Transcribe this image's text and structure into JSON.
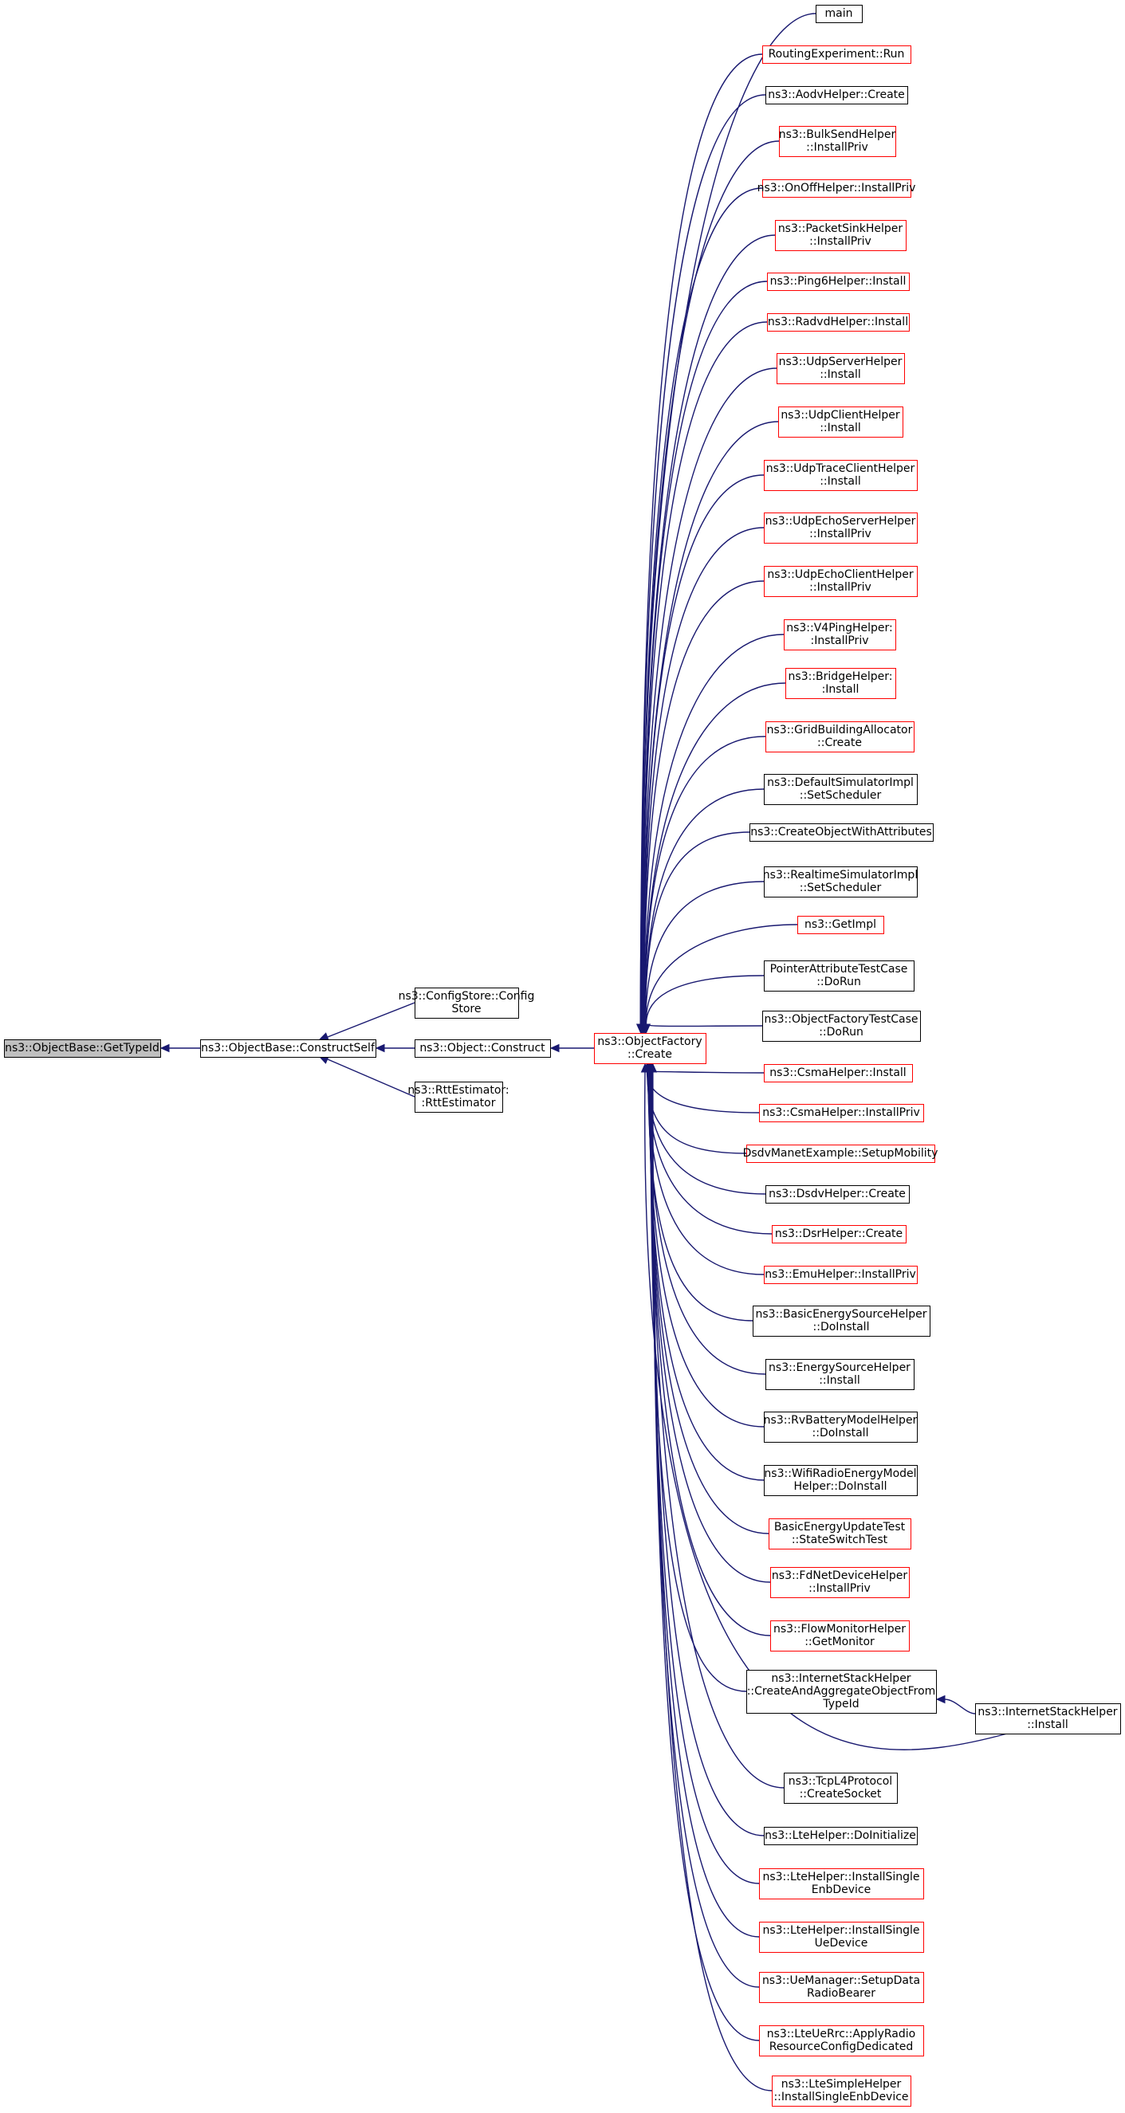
{
  "colors": {
    "edge": "#191970",
    "node_border_default": "#000000",
    "node_border_linked_red": "#ff0000",
    "node_fill_root": "#bfbfbf",
    "node_fill": "#ffffff"
  },
  "nodes": [
    {
      "id": "root",
      "lines": [
        "ns3::ObjectBase::GetTypeId"
      ],
      "style": "root"
    },
    {
      "id": "construct-self",
      "lines": [
        "ns3::ObjectBase::ConstructSelf"
      ],
      "style": "black"
    },
    {
      "id": "config-store",
      "lines": [
        "ns3::ConfigStore::Config",
        "Store"
      ],
      "style": "black"
    },
    {
      "id": "object-construct",
      "lines": [
        "ns3::Object::Construct"
      ],
      "style": "black"
    },
    {
      "id": "rtt-estimator",
      "lines": [
        "ns3::RttEstimator:",
        ":RttEstimator"
      ],
      "style": "black"
    },
    {
      "id": "object-factory-create",
      "lines": [
        "ns3::ObjectFactory",
        "::Create"
      ],
      "style": "red"
    },
    {
      "id": "main",
      "lines": [
        "main"
      ],
      "style": "black"
    },
    {
      "id": "routing-experiment-run",
      "lines": [
        "RoutingExperiment::Run"
      ],
      "style": "red"
    },
    {
      "id": "aodv-helper-create",
      "lines": [
        "ns3::AodvHelper::Create"
      ],
      "style": "black"
    },
    {
      "id": "bulk-send-helper",
      "lines": [
        "ns3::BulkSendHelper",
        "::InstallPriv"
      ],
      "style": "red"
    },
    {
      "id": "on-off-helper",
      "lines": [
        "ns3::OnOffHelper::InstallPriv"
      ],
      "style": "red"
    },
    {
      "id": "packet-sink-helper",
      "lines": [
        "ns3::PacketSinkHelper",
        "::InstallPriv"
      ],
      "style": "red"
    },
    {
      "id": "ping6-helper",
      "lines": [
        "ns3::Ping6Helper::Install"
      ],
      "style": "red"
    },
    {
      "id": "radvd-helper",
      "lines": [
        "ns3::RadvdHelper::Install"
      ],
      "style": "red"
    },
    {
      "id": "udp-server-helper",
      "lines": [
        "ns3::UdpServerHelper",
        "::Install"
      ],
      "style": "red"
    },
    {
      "id": "udp-client-helper",
      "lines": [
        "ns3::UdpClientHelper",
        "::Install"
      ],
      "style": "red"
    },
    {
      "id": "udp-trace-client-helper",
      "lines": [
        "ns3::UdpTraceClientHelper",
        "::Install"
      ],
      "style": "red"
    },
    {
      "id": "udp-echo-server-helper",
      "lines": [
        "ns3::UdpEchoServerHelper",
        "::InstallPriv"
      ],
      "style": "red"
    },
    {
      "id": "udp-echo-client-helper",
      "lines": [
        "ns3::UdpEchoClientHelper",
        "::InstallPriv"
      ],
      "style": "red"
    },
    {
      "id": "v4ping-helper",
      "lines": [
        "ns3::V4PingHelper:",
        ":InstallPriv"
      ],
      "style": "red"
    },
    {
      "id": "bridge-helper",
      "lines": [
        "ns3::BridgeHelper:",
        ":Install"
      ],
      "style": "red"
    },
    {
      "id": "grid-building-allocator",
      "lines": [
        "ns3::GridBuildingAllocator",
        "::Create"
      ],
      "style": "red"
    },
    {
      "id": "default-simulator-impl",
      "lines": [
        "ns3::DefaultSimulatorImpl",
        "::SetScheduler"
      ],
      "style": "black"
    },
    {
      "id": "create-object-with-attributes",
      "lines": [
        "ns3::CreateObjectWithAttributes"
      ],
      "style": "black"
    },
    {
      "id": "realtime-simulator-impl",
      "lines": [
        "ns3::RealtimeSimulatorImpl",
        "::SetScheduler"
      ],
      "style": "black"
    },
    {
      "id": "get-impl",
      "lines": [
        "ns3::GetImpl"
      ],
      "style": "red"
    },
    {
      "id": "pointer-attribute-test-case",
      "lines": [
        "PointerAttributeTestCase",
        "::DoRun"
      ],
      "style": "black"
    },
    {
      "id": "object-factory-test-case",
      "lines": [
        "ns3::ObjectFactoryTestCase",
        "::DoRun"
      ],
      "style": "black"
    },
    {
      "id": "csma-helper-install",
      "lines": [
        "ns3::CsmaHelper::Install"
      ],
      "style": "red"
    },
    {
      "id": "csma-helper-install-priv",
      "lines": [
        "ns3::CsmaHelper::InstallPriv"
      ],
      "style": "red"
    },
    {
      "id": "dsdv-manet-example",
      "lines": [
        "DsdvManetExample::SetupMobility"
      ],
      "style": "red"
    },
    {
      "id": "dsdv-helper-create",
      "lines": [
        "ns3::DsdvHelper::Create"
      ],
      "style": "black"
    },
    {
      "id": "dsr-helper-create",
      "lines": [
        "ns3::DsrHelper::Create"
      ],
      "style": "red"
    },
    {
      "id": "emu-helper",
      "lines": [
        "ns3::EmuHelper::InstallPriv"
      ],
      "style": "red"
    },
    {
      "id": "basic-energy-source-helper",
      "lines": [
        "ns3::BasicEnergySourceHelper",
        "::DoInstall"
      ],
      "style": "black"
    },
    {
      "id": "energy-source-helper",
      "lines": [
        "ns3::EnergySourceHelper",
        "::Install"
      ],
      "style": "black"
    },
    {
      "id": "rv-battery-model-helper",
      "lines": [
        "ns3::RvBatteryModelHelper",
        "::DoInstall"
      ],
      "style": "black"
    },
    {
      "id": "wifi-radio-energy-model-helper",
      "lines": [
        "ns3::WifiRadioEnergyModel",
        "Helper::DoInstall"
      ],
      "style": "black"
    },
    {
      "id": "basic-energy-update-test",
      "lines": [
        "BasicEnergyUpdateTest",
        "::StateSwitchTest"
      ],
      "style": "red"
    },
    {
      "id": "fd-net-device-helper",
      "lines": [
        "ns3::FdNetDeviceHelper",
        "::InstallPriv"
      ],
      "style": "red"
    },
    {
      "id": "flow-monitor-helper",
      "lines": [
        "ns3::FlowMonitorHelper",
        "::GetMonitor"
      ],
      "style": "red"
    },
    {
      "id": "internet-stack-helper-create-aggregate",
      "lines": [
        "ns3::InternetStackHelper",
        "::CreateAndAggregateObjectFrom",
        "TypeId"
      ],
      "style": "black"
    },
    {
      "id": "internet-stack-helper-install",
      "lines": [
        "ns3::InternetStackHelper",
        "::Install"
      ],
      "style": "black"
    },
    {
      "id": "tcp-l4-protocol",
      "lines": [
        "ns3::TcpL4Protocol",
        "::CreateSocket"
      ],
      "style": "black"
    },
    {
      "id": "lte-helper-do-initialize",
      "lines": [
        "ns3::LteHelper::DoInitialize"
      ],
      "style": "black"
    },
    {
      "id": "lte-helper-install-single-enb",
      "lines": [
        "ns3::LteHelper::InstallSingle",
        "EnbDevice"
      ],
      "style": "red"
    },
    {
      "id": "lte-helper-install-single-ue",
      "lines": [
        "ns3::LteHelper::InstallSingle",
        "UeDevice"
      ],
      "style": "red"
    },
    {
      "id": "ue-manager",
      "lines": [
        "ns3::UeManager::SetupData",
        "RadioBearer"
      ],
      "style": "red"
    },
    {
      "id": "lte-ue-rrc",
      "lines": [
        "ns3::LteUeRrc::ApplyRadio",
        "ResourceConfigDedicated"
      ],
      "style": "red"
    },
    {
      "id": "lte-simple-helper",
      "lines": [
        "ns3::LteSimpleHelper",
        "::InstallSingleEnbDevice"
      ],
      "style": "red"
    }
  ],
  "edges": [
    [
      "construct-self",
      "root"
    ],
    [
      "config-store",
      "construct-self"
    ],
    [
      "object-construct",
      "construct-self"
    ],
    [
      "rtt-estimator",
      "construct-self"
    ],
    [
      "object-factory-create",
      "object-construct"
    ],
    [
      "main",
      "object-factory-create"
    ],
    [
      "routing-experiment-run",
      "object-factory-create"
    ],
    [
      "aodv-helper-create",
      "object-factory-create"
    ],
    [
      "bulk-send-helper",
      "object-factory-create"
    ],
    [
      "on-off-helper",
      "object-factory-create"
    ],
    [
      "packet-sink-helper",
      "object-factory-create"
    ],
    [
      "ping6-helper",
      "object-factory-create"
    ],
    [
      "radvd-helper",
      "object-factory-create"
    ],
    [
      "udp-server-helper",
      "object-factory-create"
    ],
    [
      "udp-client-helper",
      "object-factory-create"
    ],
    [
      "udp-trace-client-helper",
      "object-factory-create"
    ],
    [
      "udp-echo-server-helper",
      "object-factory-create"
    ],
    [
      "udp-echo-client-helper",
      "object-factory-create"
    ],
    [
      "v4ping-helper",
      "object-factory-create"
    ],
    [
      "bridge-helper",
      "object-factory-create"
    ],
    [
      "grid-building-allocator",
      "object-factory-create"
    ],
    [
      "default-simulator-impl",
      "object-factory-create"
    ],
    [
      "create-object-with-attributes",
      "object-factory-create"
    ],
    [
      "realtime-simulator-impl",
      "object-factory-create"
    ],
    [
      "get-impl",
      "object-factory-create"
    ],
    [
      "pointer-attribute-test-case",
      "object-factory-create"
    ],
    [
      "object-factory-test-case",
      "object-factory-create"
    ],
    [
      "csma-helper-install",
      "object-factory-create"
    ],
    [
      "csma-helper-install-priv",
      "object-factory-create"
    ],
    [
      "dsdv-manet-example",
      "object-factory-create"
    ],
    [
      "dsdv-helper-create",
      "object-factory-create"
    ],
    [
      "dsr-helper-create",
      "object-factory-create"
    ],
    [
      "emu-helper",
      "object-factory-create"
    ],
    [
      "basic-energy-source-helper",
      "object-factory-create"
    ],
    [
      "energy-source-helper",
      "object-factory-create"
    ],
    [
      "rv-battery-model-helper",
      "object-factory-create"
    ],
    [
      "wifi-radio-energy-model-helper",
      "object-factory-create"
    ],
    [
      "basic-energy-update-test",
      "object-factory-create"
    ],
    [
      "fd-net-device-helper",
      "object-factory-create"
    ],
    [
      "flow-monitor-helper",
      "object-factory-create"
    ],
    [
      "internet-stack-helper-create-aggregate",
      "object-factory-create"
    ],
    [
      "internet-stack-helper-install",
      "object-factory-create"
    ],
    [
      "internet-stack-helper-install",
      "internet-stack-helper-create-aggregate"
    ],
    [
      "tcp-l4-protocol",
      "object-factory-create"
    ],
    [
      "lte-helper-do-initialize",
      "object-factory-create"
    ],
    [
      "lte-helper-install-single-enb",
      "object-factory-create"
    ],
    [
      "lte-helper-install-single-ue",
      "object-factory-create"
    ],
    [
      "ue-manager",
      "object-factory-create"
    ],
    [
      "lte-ue-rrc",
      "object-factory-create"
    ],
    [
      "lte-simple-helper",
      "object-factory-create"
    ]
  ]
}
